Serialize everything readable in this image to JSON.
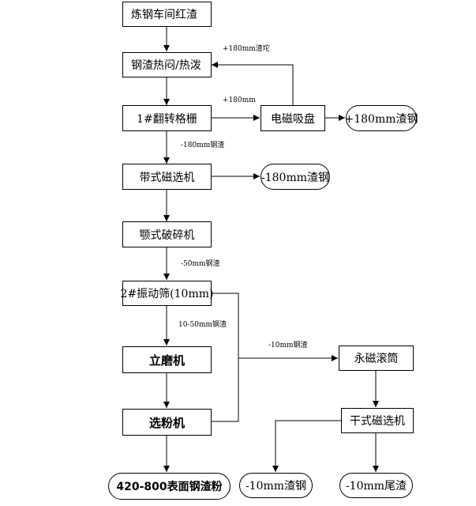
{
  "nodes": {
    "steelmaking_slag": "炼钢车间红渣",
    "hot_stuffy": "钢渣热闷/热泼",
    "grid_1": "1#翻转格栅",
    "electromagnetic_disc": "电磁吸盘",
    "steel_180_plus": "+180mm渣钢",
    "belt_magnetic": "带式磁选机",
    "steel_180_minus": "-180mm渣钢",
    "jaw_crusher": "颚式破碎机",
    "screen_2": "2#振动筛(10mm)",
    "vertical_mill": "立磨机",
    "powder_separator": "选粉机",
    "product_powder": "420-800表面钢渣粉",
    "permanent_drum": "永磁滚筒",
    "dry_magnetic": "干式磁选机",
    "steel_10_minus": "-10mm渣钢",
    "tailings_10_minus": "-10mm尾渣"
  },
  "edge_labels": {
    "return_180": "+180mm渣坨",
    "to_disc_180": "+180mm",
    "slag_minus_180": "-180mm钢渣",
    "slag_minus_50": "-50mm钢渣",
    "slag_10_50": "10-50mm钢渣",
    "slag_minus_10": "-10mm钢渣"
  }
}
